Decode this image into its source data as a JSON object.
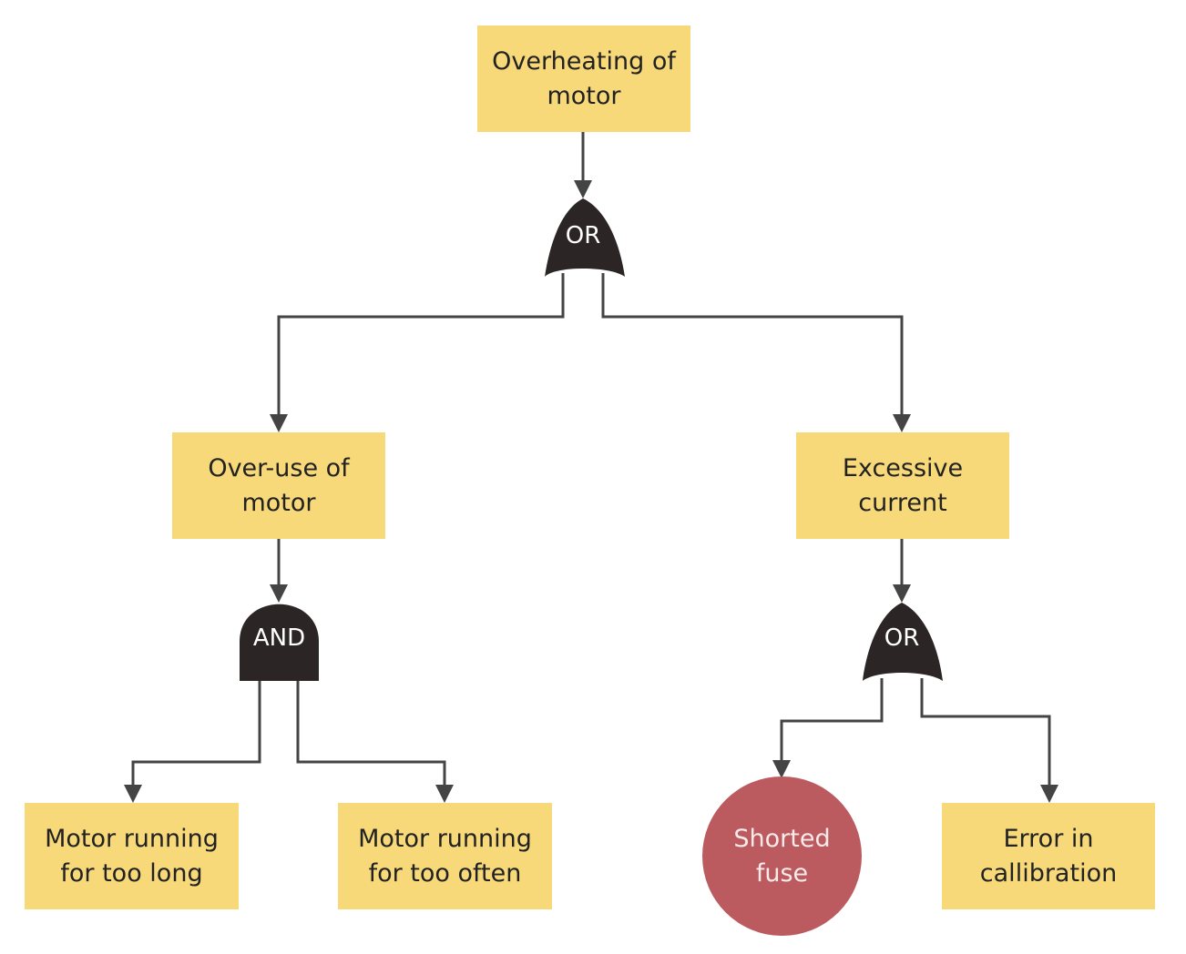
{
  "diagram": {
    "title": "Fault tree: Overheating of motor",
    "colors": {
      "event_fill": "#f7d97a",
      "basic_event_fill": "#bb5b60",
      "gate_fill": "#2b2526",
      "connector": "#444444"
    },
    "nodes": {
      "top": {
        "line1": "Overheating of",
        "line2": "motor"
      },
      "gate_top": {
        "label": "OR"
      },
      "overuse": {
        "line1": "Over-use of",
        "line2": "motor"
      },
      "excessive": {
        "line1": "Excessive",
        "line2": "current"
      },
      "gate_and": {
        "label": "AND"
      },
      "gate_or2": {
        "label": "OR"
      },
      "too_long": {
        "line1": "Motor running",
        "line2": "for too long"
      },
      "too_often": {
        "line1": "Motor running",
        "line2": "for too often"
      },
      "fuse": {
        "line1": "Shorted",
        "line2": "fuse"
      },
      "calib": {
        "line1": "Error in",
        "line2": "callibration"
      }
    },
    "edges": [
      {
        "from": "top",
        "to": "gate_top"
      },
      {
        "from": "gate_top",
        "to": "overuse"
      },
      {
        "from": "gate_top",
        "to": "excessive"
      },
      {
        "from": "overuse",
        "to": "gate_and"
      },
      {
        "from": "excessive",
        "to": "gate_or2"
      },
      {
        "from": "gate_and",
        "to": "too_long"
      },
      {
        "from": "gate_and",
        "to": "too_often"
      },
      {
        "from": "gate_or2",
        "to": "fuse"
      },
      {
        "from": "gate_or2",
        "to": "calib"
      }
    ]
  }
}
